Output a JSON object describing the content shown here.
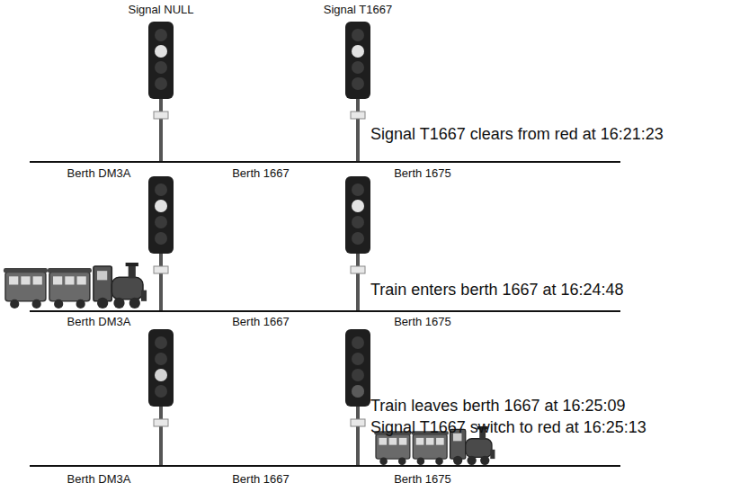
{
  "diagram": {
    "labels": [
      "Signal NULL",
      "Signal T1667",
      "Signal T1667 clears from red at 16:21:23",
      "Berth DM3A",
      "Berth 1667",
      "Berth 1675",
      "Train enters berth 1667 at 16:24:48",
      "Berth DM3A",
      "Berth 1667",
      "Berth 1675",
      "Train leaves berth 1667 at 16:25:09",
      "Signal T1667 switch to red at 16:25:13",
      "Berth DM3A",
      "Berth 1667",
      "Berth 1675"
    ]
  }
}
